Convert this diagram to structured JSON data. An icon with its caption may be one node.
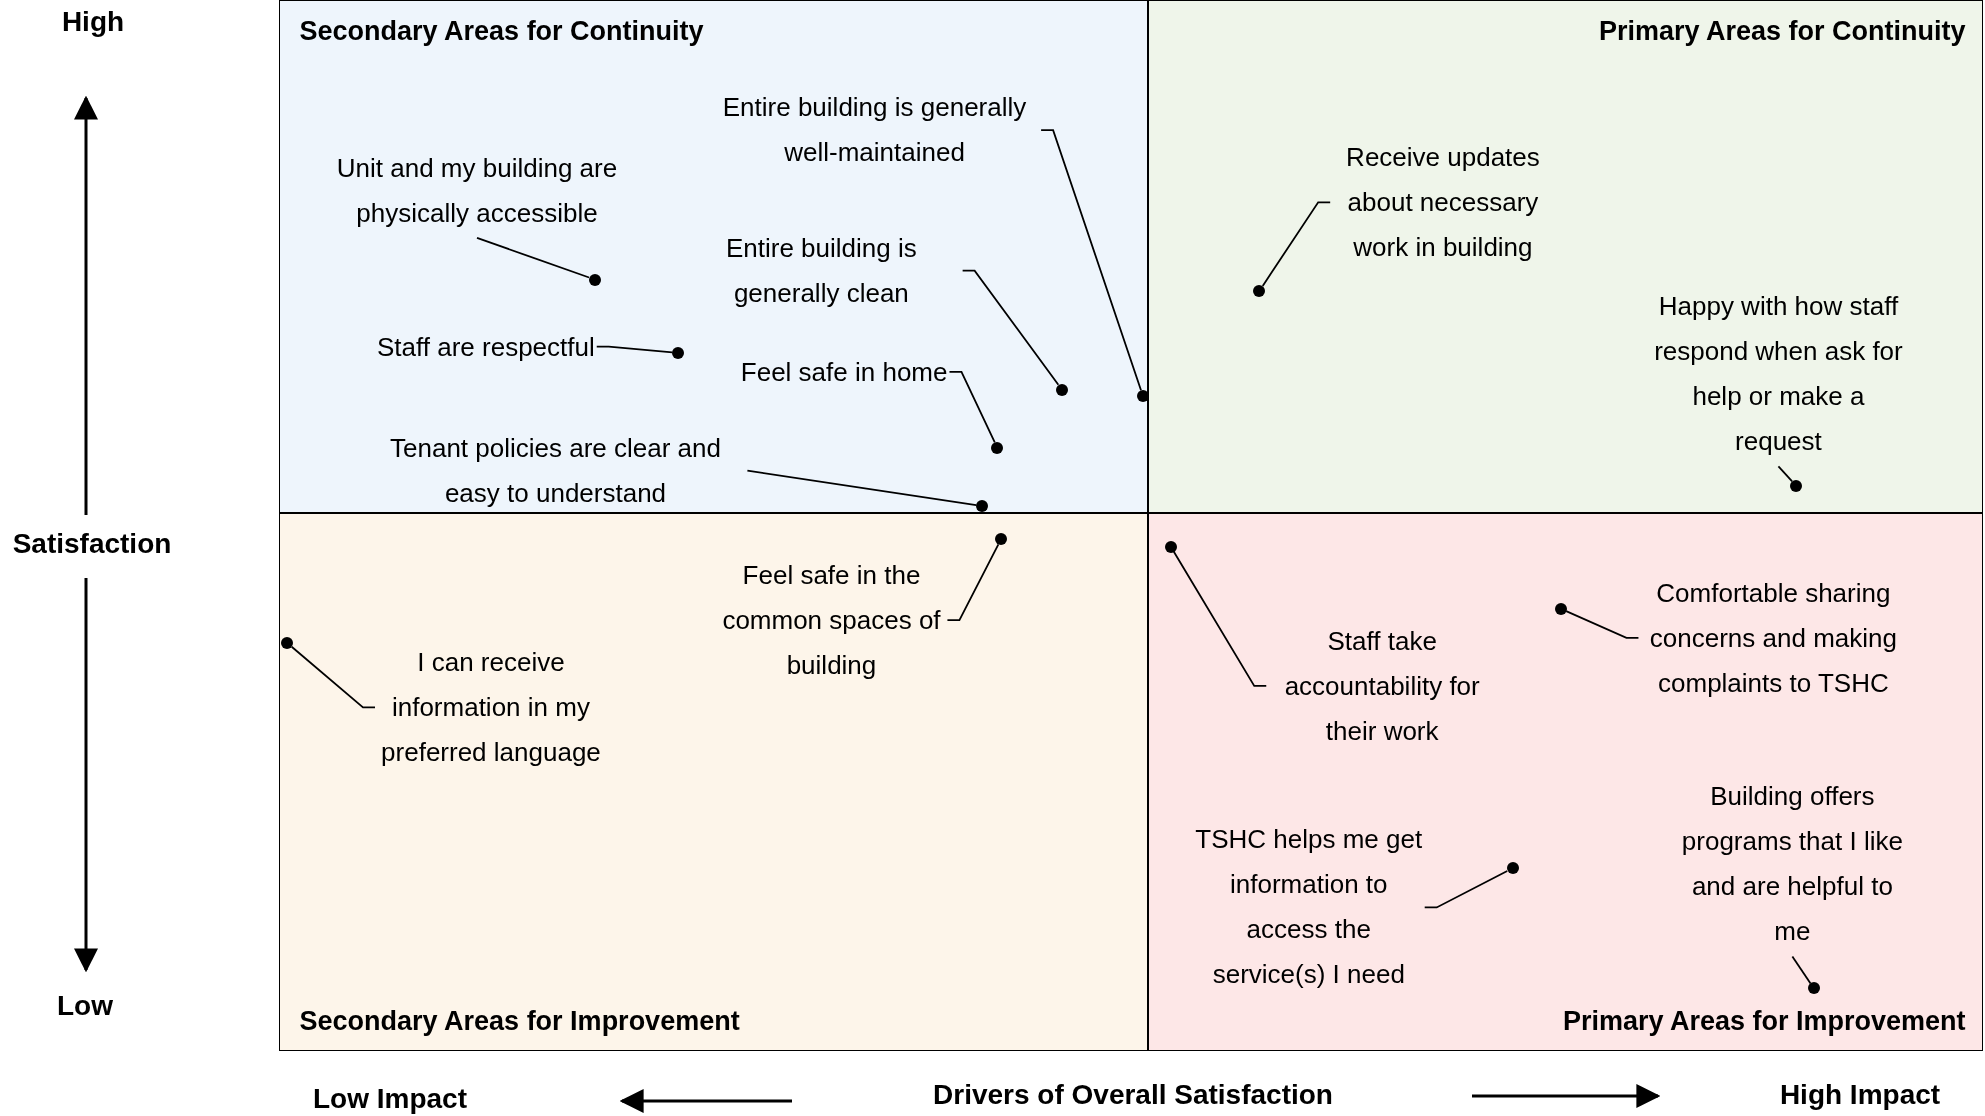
{
  "diagram": {
    "nodes": [
      {
        "text": [
          "Secondary Areas for Continuity"
        ]
      },
      {
        "text": [
          "Primary Areas for Continuity"
        ]
      },
      {
        "text": [
          "Secondary Areas for Improvement"
        ]
      },
      {
        "text": [
          "Primary Areas for Improvement"
        ]
      },
      {
        "text": [
          "Unit and my building are physically accessible"
        ],
        "in": 0
      },
      {
        "text": [],
        "shape": "circle",
        "in": 0
      },
      {
        "text": [
          "Entire building is generally well-maintained"
        ],
        "in": 0
      },
      {
        "text": [],
        "shape": "circle",
        "in": 0
      },
      {
        "text": [
          "Entire building is generally clean"
        ],
        "in": 0
      },
      {
        "text": [],
        "shape": "circle",
        "in": 0
      },
      {
        "text": [
          "Staff are respectful"
        ],
        "in": 0
      },
      {
        "text": [],
        "shape": "circle",
        "in": 0
      },
      {
        "text": [
          "Feel safe in home"
        ],
        "in": 0
      },
      {
        "text": [],
        "shape": "circle",
        "in": 0
      },
      {
        "text": [
          "Tenant policies are clear and easy to understand"
        ],
        "in": 0
      },
      {
        "text": [],
        "shape": "circle",
        "in": 0
      },
      {
        "text": [
          "Feel safe in the common spaces of building"
        ],
        "in": 2
      },
      {
        "text": [],
        "shape": "circle",
        "in": 2
      },
      {
        "text": [
          "I can receive information in my preferred language"
        ],
        "in": 2
      },
      {
        "text": [],
        "shape": "circle",
        "in": 2
      },
      {
        "text": [
          "Receive updates about necessary work in building"
        ],
        "in": 1
      },
      {
        "text": [],
        "shape": "circle",
        "in": 1
      },
      {
        "text": [
          "Happy with how staff respond when ask for help or make a request"
        ],
        "in": 1
      },
      {
        "text": [],
        "shape": "circle",
        "in": 1
      },
      {
        "text": [
          "Staff take accountability for their work"
        ],
        "in": 3
      },
      {
        "text": [],
        "shape": "circle",
        "in": 3
      },
      {
        "text": [
          "Comfortable sharing concerns and making complaints to TSHC"
        ],
        "in": 3
      },
      {
        "text": [],
        "shape": "circle",
        "in": 3
      },
      {
        "text": [
          "TSHC helps me get information to access the service(s) I need"
        ],
        "in": 3
      },
      {
        "text": [],
        "shape": "circle",
        "in": 3
      },
      {
        "text": [
          "Building offers programs that I like and are helpful to me"
        ],
        "in": 3
      },
      {
        "text": [],
        "shape": "circle",
        "in": 3
      }
    ],
    "edges": [
      {
        "from": 4,
        "to": 5,
        "arrow": "none"
      },
      {
        "from": 6,
        "to": 7,
        "arrow": "none"
      },
      {
        "from": 8,
        "to": 9,
        "arrow": "none"
      },
      {
        "from": 10,
        "to": 11,
        "arrow": "none"
      },
      {
        "from": 12,
        "to": 13,
        "arrow": "none"
      },
      {
        "from": 14,
        "to": 15,
        "arrow": "none"
      },
      {
        "from": 16,
        "to": 17,
        "arrow": "none"
      },
      {
        "from": 18,
        "to": 19,
        "arrow": "none"
      },
      {
        "from": 20,
        "to": 21,
        "arrow": "none"
      },
      {
        "from": 22,
        "to": 23,
        "arrow": "none"
      },
      {
        "from": 24,
        "to": 25,
        "arrow": "none"
      },
      {
        "from": 26,
        "to": 27,
        "arrow": "none"
      },
      {
        "from": 28,
        "to": 29,
        "arrow": "none"
      },
      {
        "from": 30,
        "to": 31,
        "arrow": "none"
      }
    ],
    "labels": [
      "High",
      "Satisfaction",
      "Low",
      "Low Impact",
      "Drivers of Overall Satisfaction",
      "High Impact"
    ]
  }
}
